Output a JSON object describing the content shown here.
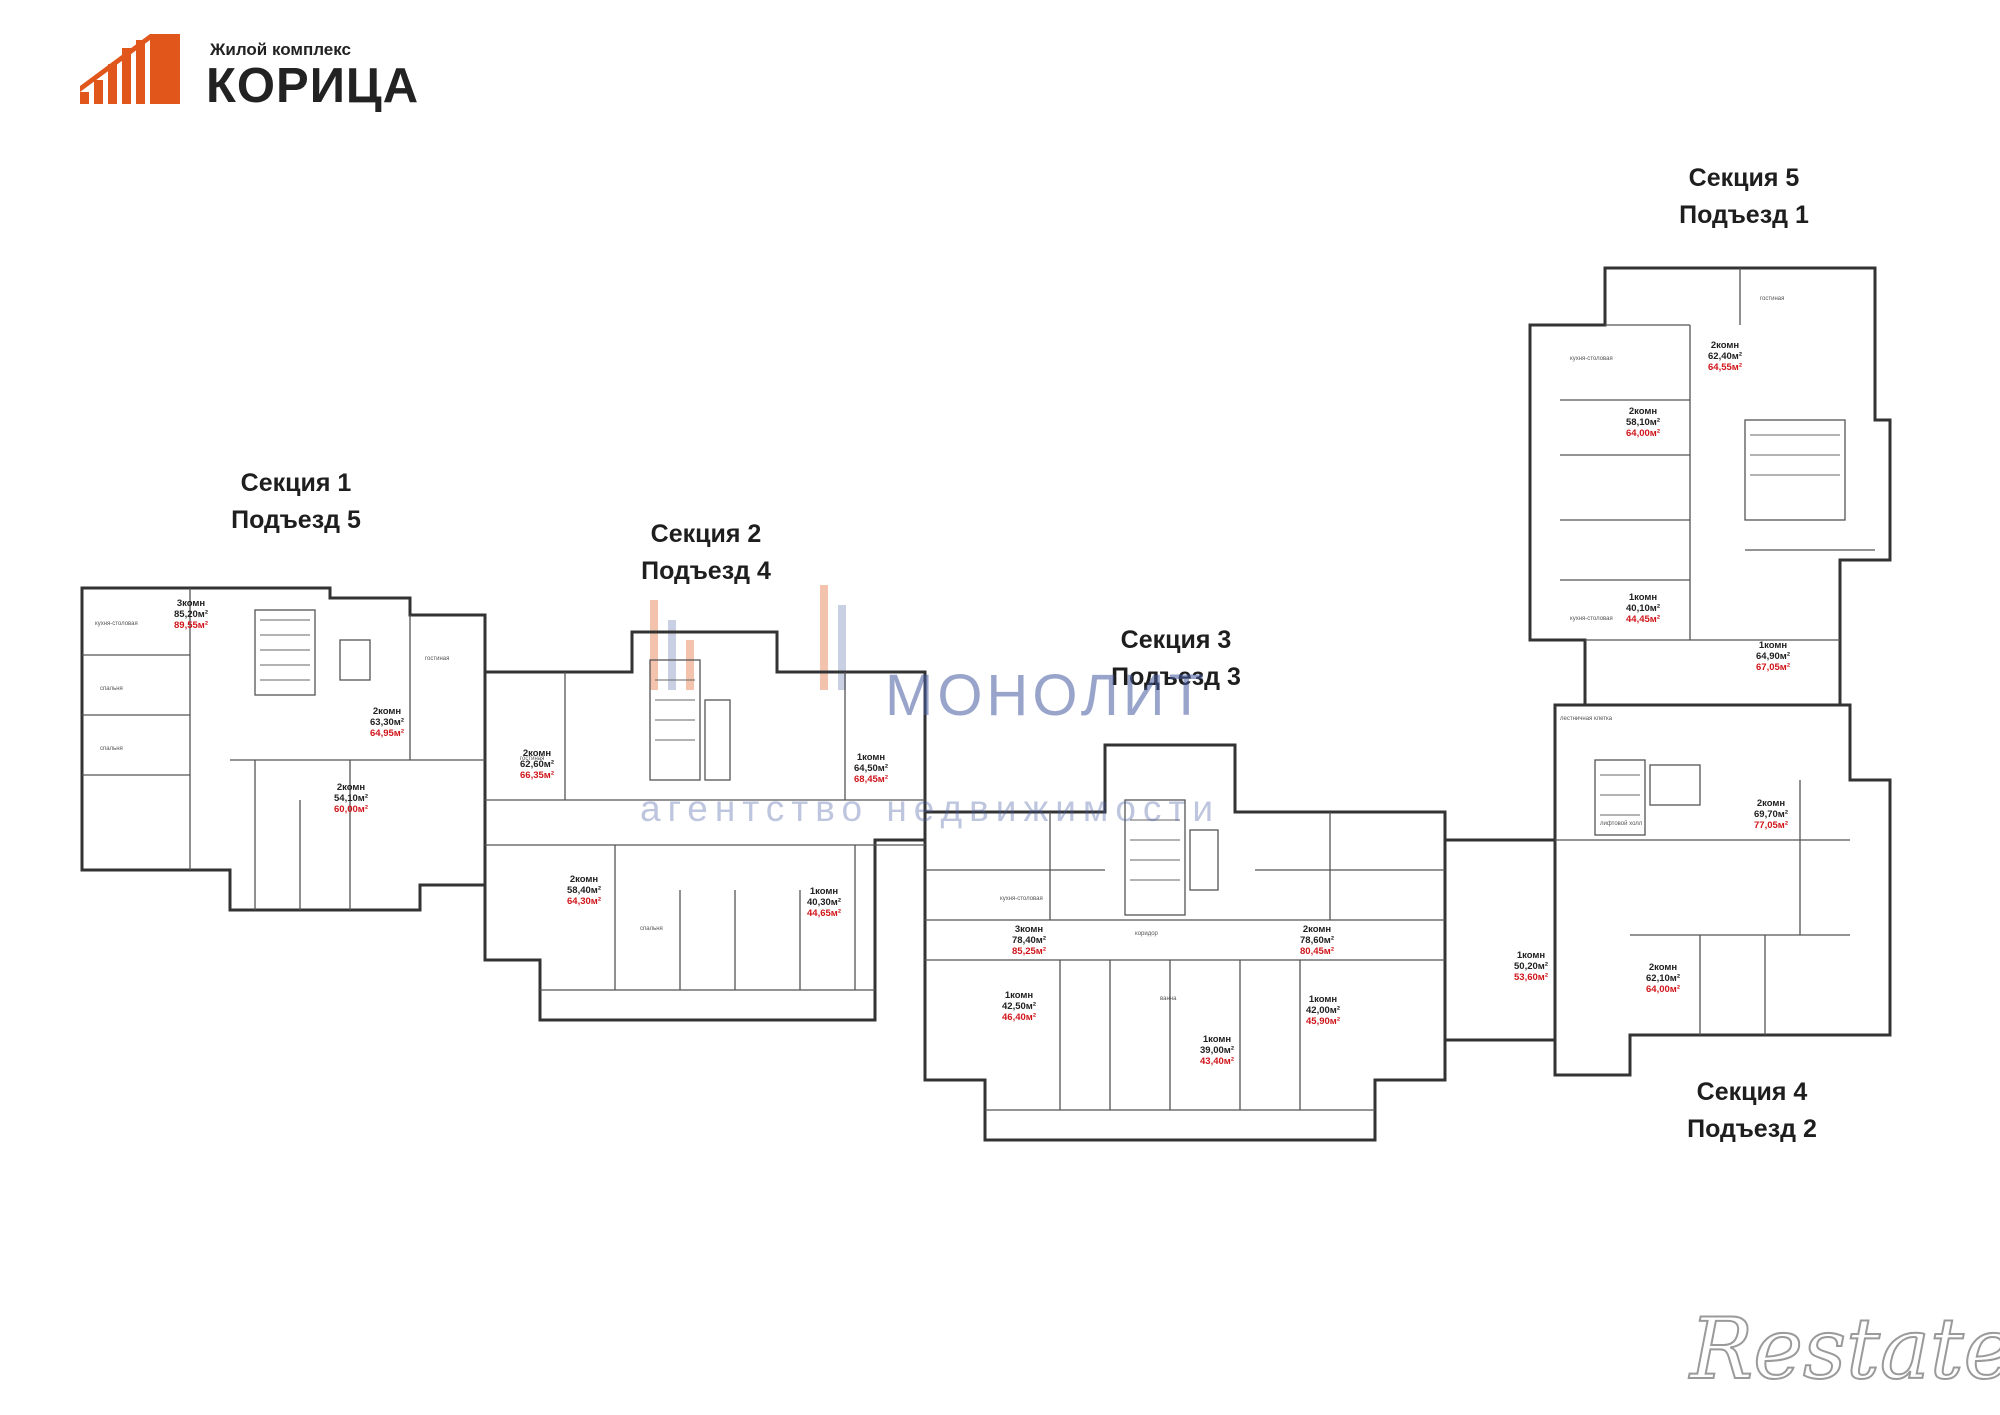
{
  "logo": {
    "subtitle": "Жилой комплекс",
    "name": "КОРИЦА",
    "color": "#e0561b"
  },
  "sections": [
    {
      "section": "Секция 1",
      "entrance": "Подъезд 5"
    },
    {
      "section": "Секция 2",
      "entrance": "Подъезд 4"
    },
    {
      "section": "Секция 3",
      "entrance": "Подъезд 3"
    },
    {
      "section": "Секция 4",
      "entrance": "Подъезд 2"
    },
    {
      "section": "Секция 5",
      "entrance": "Подъезд 1"
    }
  ],
  "apartments": [
    {
      "rooms": "3комн",
      "area": "85,20м²",
      "total": "89,55м²"
    },
    {
      "rooms": "2комн",
      "area": "63,30м²",
      "total": "64,95м²"
    },
    {
      "rooms": "2комн",
      "area": "54,10м²",
      "total": "60,00м²"
    },
    {
      "rooms": "2комн",
      "area": "62,60м²",
      "total": "66,35м²"
    },
    {
      "rooms": "1комн",
      "area": "64,50м²",
      "total": "68,45м²"
    },
    {
      "rooms": "2комн",
      "area": "58,40м²",
      "total": "64,30м²"
    },
    {
      "rooms": "1комн",
      "area": "40,30м²",
      "total": "44,65м²"
    },
    {
      "rooms": "3комн",
      "area": "78,40м²",
      "total": "85,25м²"
    },
    {
      "rooms": "2комн",
      "area": "78,60м²",
      "total": "80,45м²"
    },
    {
      "rooms": "1комн",
      "area": "42,50м²",
      "total": "46,40м²"
    },
    {
      "rooms": "1комн",
      "area": "39,00м²",
      "total": "43,40м²"
    },
    {
      "rooms": "1комн",
      "area": "42,00м²",
      "total": "45,90м²"
    },
    {
      "rooms": "1комн",
      "area": "50,20м²",
      "total": "53,60м²"
    },
    {
      "rooms": "2комн",
      "area": "62,10м²",
      "total": "64,00м²"
    },
    {
      "rooms": "2комн",
      "area": "69,70м²",
      "total": "77,05м²"
    },
    {
      "rooms": "1комн",
      "area": "64,90м²",
      "total": "67,05м²"
    },
    {
      "rooms": "2комн",
      "area": "62,40м²",
      "total": "64,55м²"
    },
    {
      "rooms": "2комн",
      "area": "58,10м²",
      "total": "64,00м²"
    },
    {
      "rooms": "1комн",
      "area": "40,10м²",
      "total": "44,45м²"
    }
  ],
  "room_labels": {
    "kitchen": "кухня-столовая",
    "bedroom": "спальня",
    "living": "гостиная",
    "lift_hall": "лифтовой холл",
    "corridor": "коридор",
    "stairs": "лестничная клетка",
    "bathroom": "ванна"
  },
  "watermark": {
    "main": "МОНОЛИТ",
    "sub": "агентство недвижимости"
  },
  "footer_mark": "Restate",
  "colors": {
    "walls": "#333333",
    "highlight": "#d0161b",
    "watermark": "#4a5aa0"
  }
}
